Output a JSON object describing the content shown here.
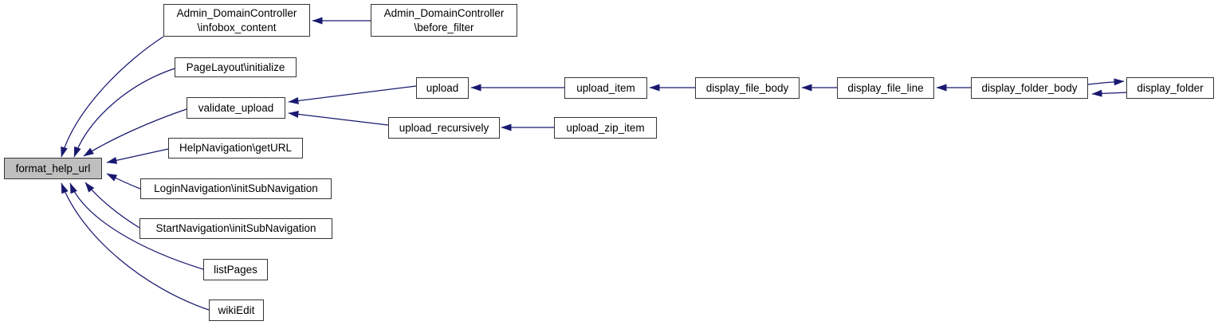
{
  "colors": {
    "edge": "#191970",
    "node_border": "#353535",
    "node_fill": "#ffffff",
    "focus_fill": "#bfbfbf",
    "text": "#000000",
    "background": "#ffffff"
  },
  "nodes": {
    "format_help_url": {
      "label": "format_help_url"
    },
    "admin_infobox": {
      "line1": "Admin_DomainController",
      "line2": "\\infobox_content"
    },
    "admin_before": {
      "line1": "Admin_DomainController",
      "line2": "\\before_filter"
    },
    "page_layout": {
      "label": "PageLayout\\initialize"
    },
    "validate_upload": {
      "label": "validate_upload"
    },
    "help_nav": {
      "label": "HelpNavigation\\getURL"
    },
    "login_nav": {
      "label": "LoginNavigation\\initSubNavigation"
    },
    "start_nav": {
      "label": "StartNavigation\\initSubNavigation"
    },
    "list_pages": {
      "label": "listPages"
    },
    "wiki_edit": {
      "label": "wikiEdit"
    },
    "upload": {
      "label": "upload"
    },
    "upload_item": {
      "label": "upload_item"
    },
    "display_file_body": {
      "label": "display_file_body"
    },
    "display_file_line": {
      "label": "display_file_line"
    },
    "display_folder_body": {
      "label": "display_folder_body"
    },
    "display_folder": {
      "label": "display_folder"
    },
    "upload_recursively": {
      "label": "upload_recursively"
    },
    "upload_zip_item": {
      "label": "upload_zip_item"
    }
  }
}
